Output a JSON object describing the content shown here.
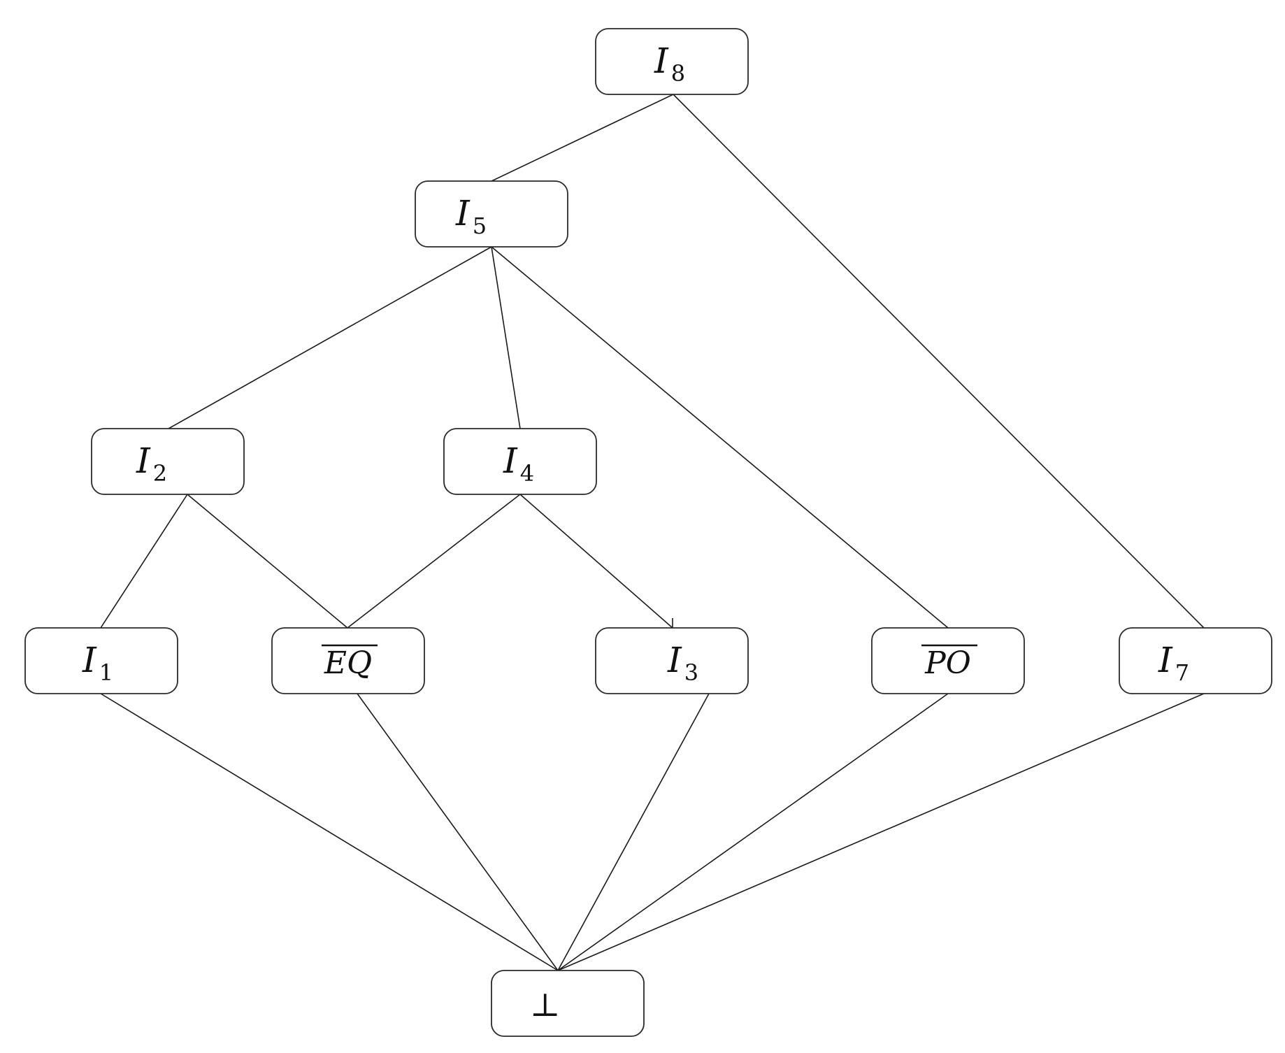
{
  "diagram": {
    "type": "lattice",
    "nodes": [
      {
        "id": "I8",
        "base": "I",
        "sub": "8",
        "overline": false
      },
      {
        "id": "I5",
        "base": "I",
        "sub": "5",
        "overline": false
      },
      {
        "id": "I2",
        "base": "I",
        "sub": "2",
        "overline": false
      },
      {
        "id": "I4",
        "base": "I",
        "sub": "4",
        "overline": false
      },
      {
        "id": "I1",
        "base": "I",
        "sub": "1",
        "overline": false
      },
      {
        "id": "EQ",
        "base": "EQ",
        "sub": "",
        "overline": true
      },
      {
        "id": "I3",
        "base": "I",
        "sub": "3",
        "overline": false
      },
      {
        "id": "PO",
        "base": "PO",
        "sub": "",
        "overline": true
      },
      {
        "id": "I7",
        "base": "I",
        "sub": "7",
        "overline": false
      },
      {
        "id": "bot",
        "base": "⊥",
        "sub": "",
        "overline": false
      }
    ],
    "edges": [
      [
        "I8",
        "I5"
      ],
      [
        "I8",
        "I7"
      ],
      [
        "I5",
        "I2"
      ],
      [
        "I5",
        "I4"
      ],
      [
        "I5",
        "PO"
      ],
      [
        "I2",
        "I1"
      ],
      [
        "I2",
        "EQ"
      ],
      [
        "I4",
        "EQ"
      ],
      [
        "I4",
        "I3"
      ],
      [
        "I1",
        "bot"
      ],
      [
        "EQ",
        "bot"
      ],
      [
        "I3",
        "bot"
      ],
      [
        "PO",
        "bot"
      ],
      [
        "I7",
        "bot"
      ]
    ]
  }
}
